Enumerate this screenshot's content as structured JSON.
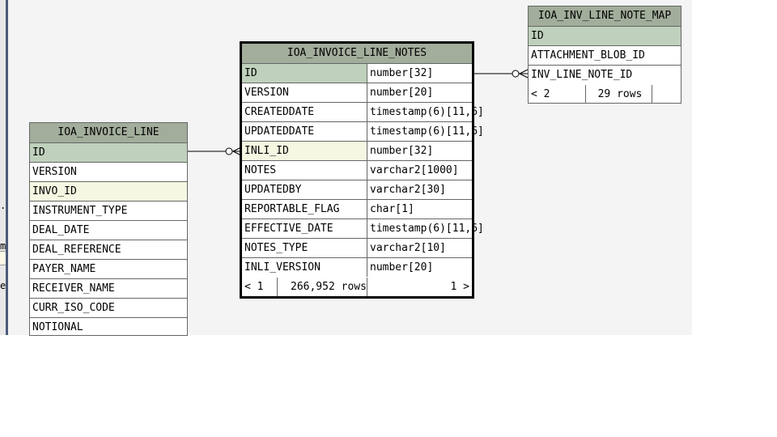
{
  "left_fragments": [
    ".",
    "m",
    "e"
  ],
  "tables": {
    "invoice_line": {
      "title": "IOA_INVOICE_LINE",
      "rows": [
        {
          "name": "ID",
          "kind": "pk"
        },
        {
          "name": "VERSION",
          "kind": ""
        },
        {
          "name": "INVO_ID",
          "kind": "fk"
        },
        {
          "name": "INSTRUMENT_TYPE",
          "kind": ""
        },
        {
          "name": "DEAL_DATE",
          "kind": ""
        },
        {
          "name": "DEAL_REFERENCE",
          "kind": ""
        },
        {
          "name": "PAYER_NAME",
          "kind": ""
        },
        {
          "name": "RECEIVER_NAME",
          "kind": ""
        },
        {
          "name": "CURR_ISO_CODE",
          "kind": ""
        },
        {
          "name": "NOTIONAL",
          "kind": ""
        }
      ]
    },
    "invoice_line_notes": {
      "title": "IOA_INVOICE_LINE_NOTES",
      "rows": [
        {
          "name": "ID",
          "type": "number[32]",
          "kind": "pk"
        },
        {
          "name": "VERSION",
          "type": "number[20]",
          "kind": ""
        },
        {
          "name": "CREATEDDATE",
          "type": "timestamp(6)[11,6]",
          "kind": ""
        },
        {
          "name": "UPDATEDDATE",
          "type": "timestamp(6)[11,6]",
          "kind": ""
        },
        {
          "name": "INLI_ID",
          "type": "number[32]",
          "kind": "fk"
        },
        {
          "name": "NOTES",
          "type": "varchar2[1000]",
          "kind": ""
        },
        {
          "name": "UPDATEDBY",
          "type": "varchar2[30]",
          "kind": ""
        },
        {
          "name": "REPORTABLE_FLAG",
          "type": "char[1]",
          "kind": ""
        },
        {
          "name": "EFFECTIVE_DATE",
          "type": "timestamp(6)[11,6]",
          "kind": ""
        },
        {
          "name": "NOTES_TYPE",
          "type": "varchar2[10]",
          "kind": ""
        },
        {
          "name": "INLI_VERSION",
          "type": "number[20]",
          "kind": ""
        }
      ],
      "nav": {
        "prev": "< 1",
        "rows": "266,952 rows",
        "next": "1 >"
      }
    },
    "inv_line_note_map": {
      "title": "IOA_INV_LINE_NOTE_MAP",
      "rows": [
        {
          "name": "ID",
          "kind": "pk"
        },
        {
          "name": "ATTACHMENT_BLOB_ID",
          "kind": ""
        },
        {
          "name": "INV_LINE_NOTE_ID",
          "kind": ""
        }
      ],
      "nav": {
        "prev": "< 2",
        "rows": "29 rows",
        "next": ""
      }
    }
  }
}
